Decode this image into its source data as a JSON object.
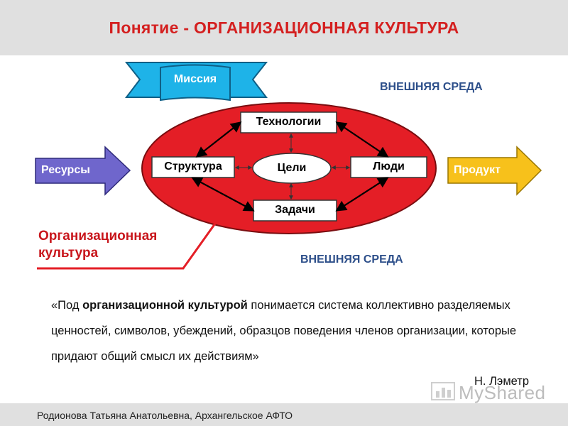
{
  "title": "Понятие -  ОРГАНИЗАЦИОННАЯ КУЛЬТУРА",
  "mission": "Миссия",
  "external_env_top": "ВНЕШНЯЯ СРЕДА",
  "external_env_bottom": "ВНЕШНЯЯ СРЕДА",
  "resources": "Ресурсы",
  "product": "Продукт",
  "nodes": {
    "technology": "Технологии",
    "structure": "Структура",
    "goals": "Цели",
    "people": "Люди",
    "tasks": "Задачи"
  },
  "org_culture_label": [
    "Организационная",
    "культура"
  ],
  "quote": {
    "before": "«Под ",
    "bold": "организационной культурой",
    "after": " понимается система коллективно разделяемых ценностей, символов, убеждений, образцов поведения членов организации, которые придают общий смысл их действиям»"
  },
  "author": "Н. Лэметр",
  "watermark": "MyShared",
  "footer": "Родионова  Татьяна  Анатольевна,  Архангельское  АФТО",
  "colors": {
    "title": "#d42020",
    "ellipse": "#e41e26",
    "mission": "#1eb3e8",
    "resources": "#6f66cc",
    "product": "#f7c11b",
    "env_text": "#2d4f8a",
    "logo": "#e2211c"
  }
}
